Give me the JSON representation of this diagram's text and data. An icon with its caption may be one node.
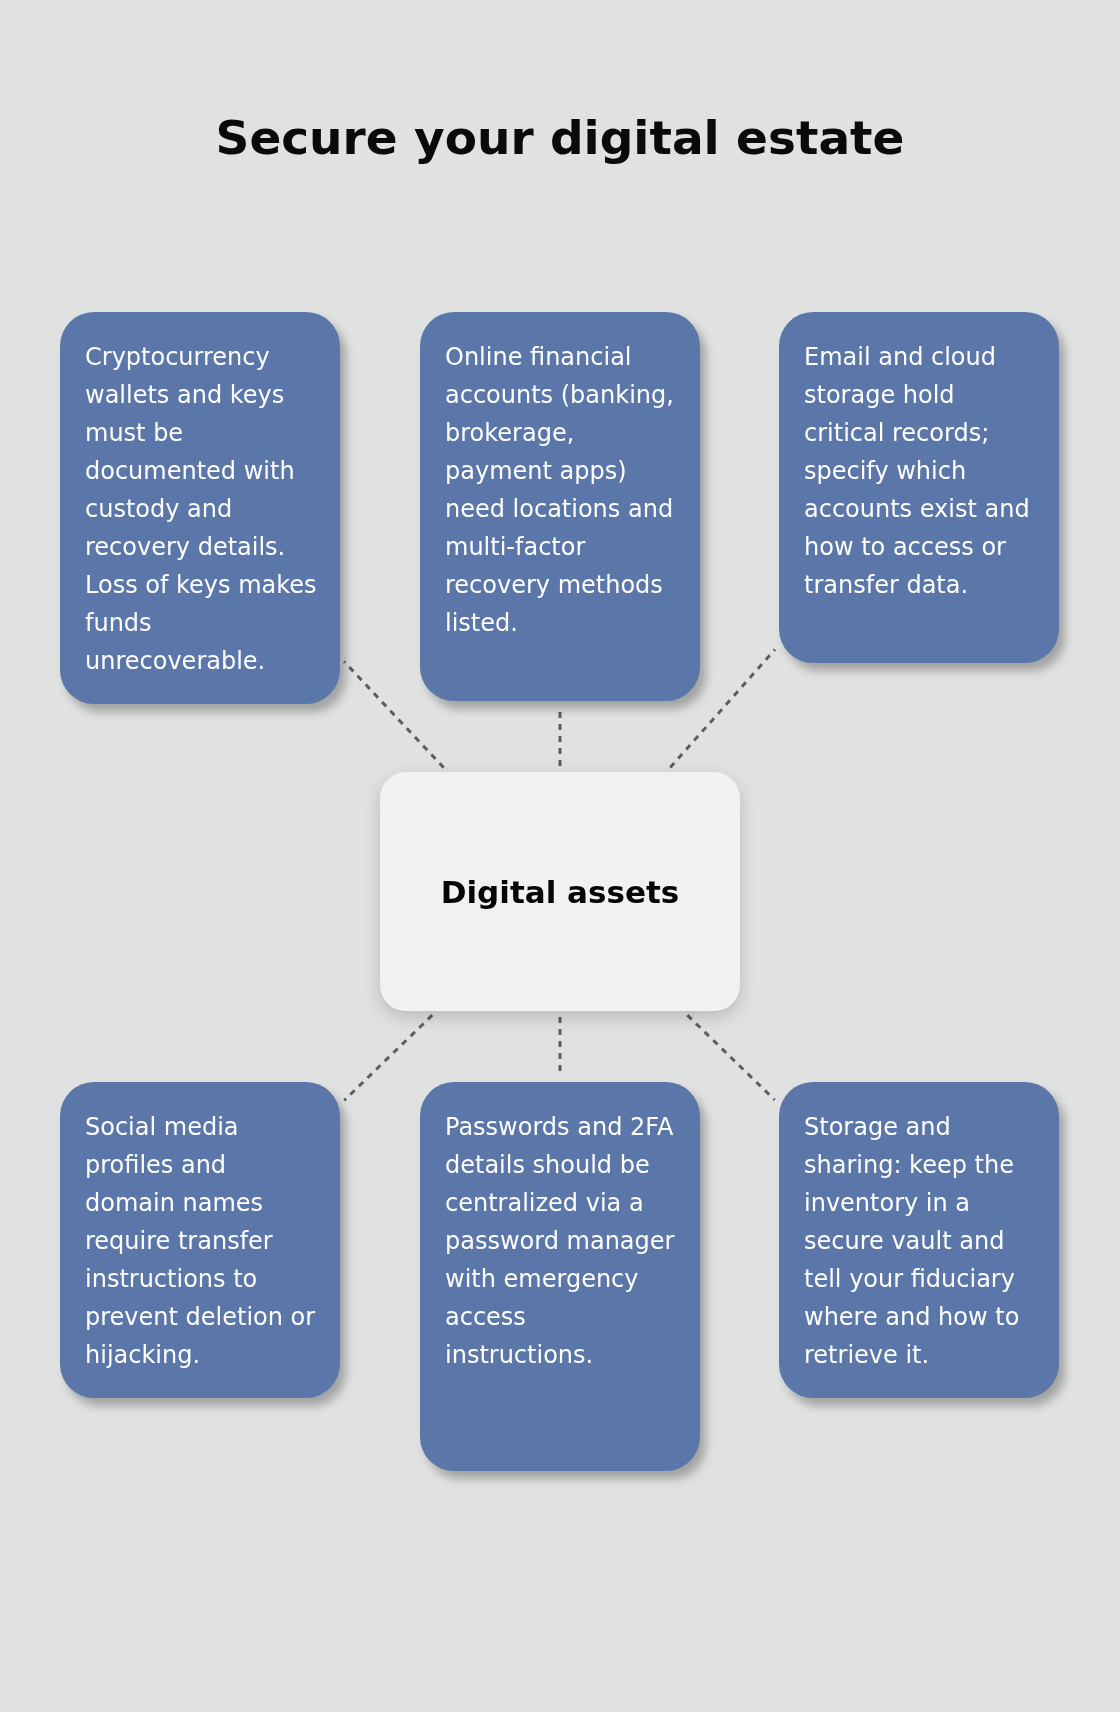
{
  "diagram": {
    "title": "Secure your digital estate",
    "nodes": [
      {
        "text": [
          "Cryptocurrency wallets and keys must be documented with custody and recovery details. Loss of keys makes funds unrecoverable."
        ]
      },
      {
        "text": [
          "Online financial accounts (banking, brokerage, payment apps) need locations and multi-factor recovery methods listed."
        ]
      },
      {
        "text": [
          "Email and cloud storage hold critical records; specify which accounts exist and how to access or transfer data."
        ]
      },
      {
        "text": [
          "Digital assets"
        ]
      },
      {
        "text": [
          "Social media profiles and domain names require transfer instructions to prevent deletion or hijacking."
        ]
      },
      {
        "text": [
          "Passwords and 2FA details should be centralized via a password manager with emergency access instructions."
        ]
      },
      {
        "text": [
          "Storage and sharing: keep the inventory in a secure vault and tell your fiduciary where and how to retrieve it."
        ]
      }
    ],
    "edges": [
      {
        "from": 3,
        "to": 0,
        "arrow": "none",
        "style": "dashed"
      },
      {
        "from": 3,
        "to": 1,
        "arrow": "none",
        "style": "dashed"
      },
      {
        "from": 3,
        "to": 2,
        "arrow": "none",
        "style": "dashed"
      },
      {
        "from": 3,
        "to": 4,
        "arrow": "none",
        "style": "dashed"
      },
      {
        "from": 3,
        "to": 5,
        "arrow": "none",
        "style": "dashed"
      },
      {
        "from": 3,
        "to": 6,
        "arrow": "none",
        "style": "dashed"
      }
    ]
  }
}
